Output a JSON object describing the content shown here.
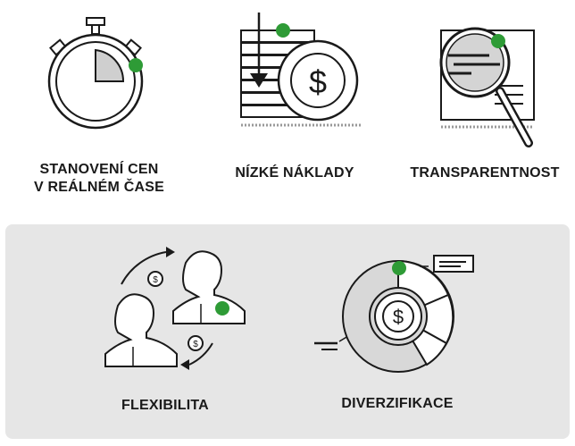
{
  "features": [
    {
      "label_line1": "STANOVENÍ CEN",
      "label_line2": "V REÁLNÉM ČASE",
      "icon": "stopwatch-icon"
    },
    {
      "label": "NÍZKÉ NÁKLADY",
      "icon": "coin-stack-icon"
    },
    {
      "label": "TRANSPARENTNOST",
      "icon": "magnifier-icon"
    },
    {
      "label": "FLEXIBILITA",
      "icon": "people-exchange-icon"
    },
    {
      "label": "DIVERZIFIKACE",
      "icon": "donut-chart-icon"
    }
  ],
  "colors": {
    "accent": "#2e9b36",
    "ink": "#1a1a1a",
    "panel": "#e6e6e6"
  }
}
